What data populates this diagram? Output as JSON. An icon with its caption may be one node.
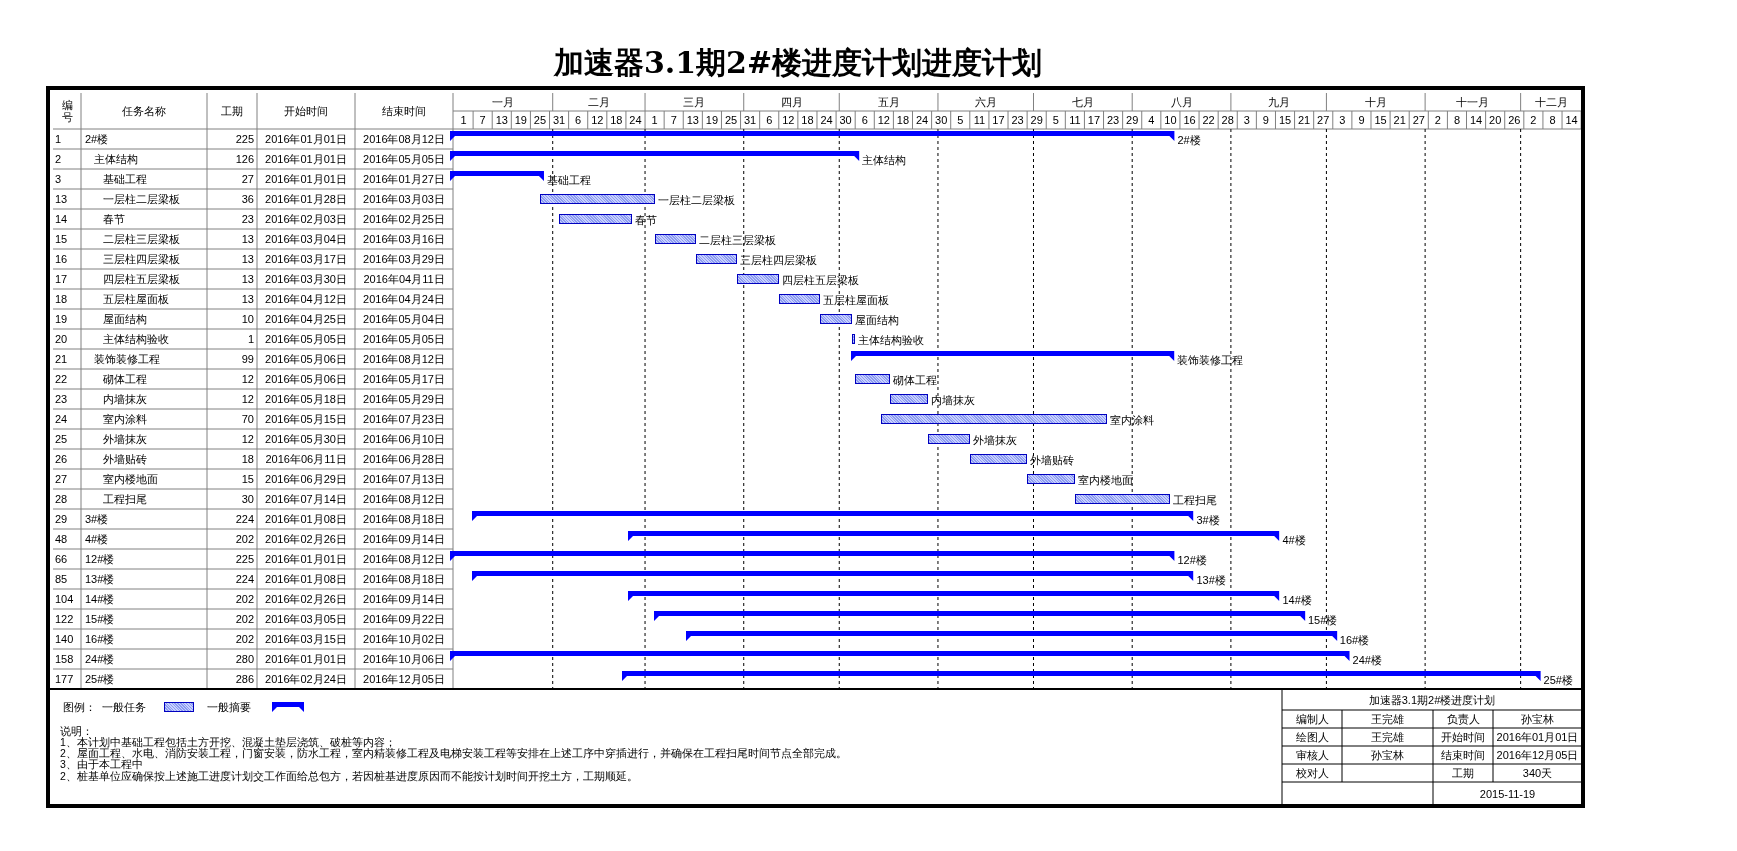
{
  "diagram": {
    "title": "加速器3.1期2#楼进度计划进度计划",
    "nodes": [
      {
        "text": [],
        "shape": "bar",
        "beside": [
          "2#楼"
        ]
      },
      {
        "text": [],
        "shape": "bar",
        "beside": [
          "主体结构"
        ]
      },
      {
        "text": [],
        "shape": "bar",
        "beside": [
          "基础工程"
        ]
      },
      {
        "text": [],
        "shape": "bar",
        "beside": [
          "一层柱二层梁板"
        ]
      },
      {
        "text": [],
        "shape": "bar",
        "beside": [
          "春节"
        ]
      },
      {
        "text": [],
        "shape": "bar",
        "beside": [
          "二层柱三层梁板"
        ]
      },
      {
        "text": [],
        "shape": "bar",
        "beside": [
          "三层柱四层梁板"
        ]
      },
      {
        "text": [],
        "shape": "bar",
        "beside": [
          "四层柱五层梁板"
        ]
      },
      {
        "text": [],
        "shape": "bar",
        "beside": [
          "五层柱屋面板"
        ]
      },
      {
        "text": [],
        "shape": "bar",
        "beside": [
          "屋面结构"
        ]
      },
      {
        "text": [],
        "shape": "bar",
        "beside": [
          "主体结构验收"
        ]
      },
      {
        "text": [],
        "shape": "bar",
        "beside": [
          "装饰装修工程"
        ]
      },
      {
        "text": [],
        "shape": "bar",
        "beside": [
          "砌体工程"
        ]
      },
      {
        "text": [],
        "shape": "bar",
        "beside": [
          "内墙抹灰"
        ]
      },
      {
        "text": [],
        "shape": "bar",
        "beside": [
          "室内涂料"
        ]
      },
      {
        "text": [],
        "shape": "bar",
        "beside": [
          "外墙抹灰"
        ]
      },
      {
        "text": [],
        "shape": "bar",
        "beside": [
          "外墙贴砖"
        ]
      },
      {
        "text": [],
        "shape": "bar",
        "beside": [
          "室内楼地面"
        ]
      },
      {
        "text": [],
        "shape": "bar",
        "beside": [
          "工程扫尾"
        ]
      },
      {
        "text": [],
        "shape": "bar",
        "beside": [
          "3#楼"
        ]
      },
      {
        "text": [],
        "shape": "bar",
        "beside": [
          "4#楼"
        ]
      },
      {
        "text": [],
        "shape": "bar",
        "beside": [
          "12#楼"
        ]
      },
      {
        "text": [],
        "shape": "bar",
        "beside": [
          "13#楼"
        ]
      },
      {
        "text": [],
        "shape": "bar",
        "beside": [
          "14#楼"
        ]
      },
      {
        "text": [],
        "shape": "bar",
        "beside": [
          "15#楼"
        ]
      },
      {
        "text": [],
        "shape": "bar",
        "beside": [
          "16#楼"
        ]
      },
      {
        "text": [],
        "shape": "bar",
        "beside": [
          "24#楼"
        ]
      },
      {
        "text": [],
        "shape": "bar",
        "beside": [
          "25#楼"
        ]
      }
    ],
    "labels": [
      "编号",
      "任务名称",
      "工期",
      "开始时间",
      "结束时间",
      "1",
      "2#楼",
      "225",
      "2016年01月01日",
      "2016年08月12日",
      "2",
      "主体结构",
      "126",
      "2016年01月01日",
      "2016年05月05日",
      "3",
      "基础工程",
      "27",
      "2016年01月01日",
      "2016年01月27日",
      "13",
      "一层柱二层梁板",
      "36",
      "2016年01月28日",
      "2016年03月03日",
      "14",
      "春节",
      "23",
      "2016年02月03日",
      "2016年02月25日",
      "15",
      "二层柱三层梁板",
      "13",
      "2016年03月04日",
      "2016年03月16日",
      "16",
      "三层柱四层梁板",
      "13",
      "2016年03月17日",
      "2016年03月29日",
      "17",
      "四层柱五层梁板",
      "13",
      "2016年03月30日",
      "2016年04月11日",
      "18",
      "五层柱屋面板",
      "13",
      "2016年04月12日",
      "2016年04月24日",
      "19",
      "屋面结构",
      "10",
      "2016年04月25日",
      "2016年05月04日",
      "20",
      "主体结构验收",
      "1",
      "2016年05月05日",
      "2016年05月05日",
      "21",
      "装饰装修工程",
      "99",
      "2016年05月06日",
      "2016年08月12日",
      "22",
      "砌体工程",
      "12",
      "2016年05月06日",
      "2016年05月17日",
      "23",
      "内墙抹灰",
      "12",
      "2016年05月18日",
      "2016年05月29日",
      "24",
      "室内涂料",
      "70",
      "2016年05月15日",
      "2016年07月23日",
      "25",
      "外墙抹灰",
      "12",
      "2016年05月30日",
      "2016年06月10日",
      "26",
      "外墙贴砖",
      "18",
      "2016年06月11日",
      "2016年06月28日",
      "27",
      "室内楼地面",
      "15",
      "2016年06月29日",
      "2016年07月13日",
      "28",
      "工程扫尾",
      "30",
      "2016年07月14日",
      "2016年08月12日",
      "29",
      "3#楼",
      "224",
      "2016年01月08日",
      "2016年08月18日",
      "48",
      "4#楼",
      "202",
      "2016年02月26日",
      "2016年09月14日",
      "66",
      "12#楼",
      "225",
      "2016年01月01日",
      "2016年08月12日",
      "85",
      "13#楼",
      "224",
      "2016年01月08日",
      "2016年08月18日",
      "104",
      "14#楼",
      "202",
      "2016年02月26日",
      "2016年09月14日",
      "122",
      "15#楼",
      "202",
      "2016年03月05日",
      "2016年09月22日",
      "140",
      "16#楼",
      "202",
      "2016年03月15日",
      "2016年10月02日",
      "158",
      "24#楼",
      "280",
      "2016年01月01日",
      "2016年10月06日",
      "177",
      "25#楼",
      "286",
      "2016年02月24日",
      "2016年12月05日",
      "一月",
      "二月",
      "三月",
      "四月",
      "五月",
      "六月",
      "七月",
      "八月",
      "九月",
      "十月",
      "十一月",
      "十二月",
      "1",
      "7",
      "13",
      "19",
      "25",
      "31",
      "6",
      "12",
      "18",
      "24",
      "1",
      "7",
      "13",
      "19",
      "25",
      "31",
      "6",
      "12",
      "18",
      "24",
      "30",
      "6",
      "12",
      "18",
      "24",
      "30",
      "5",
      "11",
      "17",
      "23",
      "29",
      "5",
      "11",
      "17",
      "23",
      "29",
      "4",
      "10",
      "16",
      "22",
      "28",
      "3",
      "9",
      "15",
      "21",
      "27",
      "3",
      "9",
      "15",
      "21",
      "27",
      "2",
      "8",
      "14",
      "20",
      "26",
      "2",
      "8",
      "14",
      "图例：",
      "说明：",
      "1、本计划中基础工程包括土方开挖、混凝土垫层浇筑、破桩等内容；",
      "2、屋面工程、水电、消防安装工程，门窗安装，防水工程，室内精装修工程及电梯安装工程等安排在上述工序中穿插进行，并确保在工程扫尾时间节点全部完成。",
      "3、由于本工程中",
      "2、桩基单位应确保按上述施工进度计划交工作面给总包方，若因桩基进度原因而不能按计划时间开挖土方，工期顺延。",
      "加速器3.1期2#楼进度计划",
      "编制人",
      "王完雄",
      "负责人",
      "孙宝林",
      "绘图人",
      "王完雄",
      "开始时间",
      "2016年01月01日",
      "审核人",
      "孙宝林",
      "结束时间",
      "2016年12月05日",
      "校对人",
      "工期",
      "340天",
      "2015-11-19"
    ],
    "legend": [
      {
        "text": "一般任务"
      },
      {
        "text": "一般摘要"
      }
    ]
  }
}
